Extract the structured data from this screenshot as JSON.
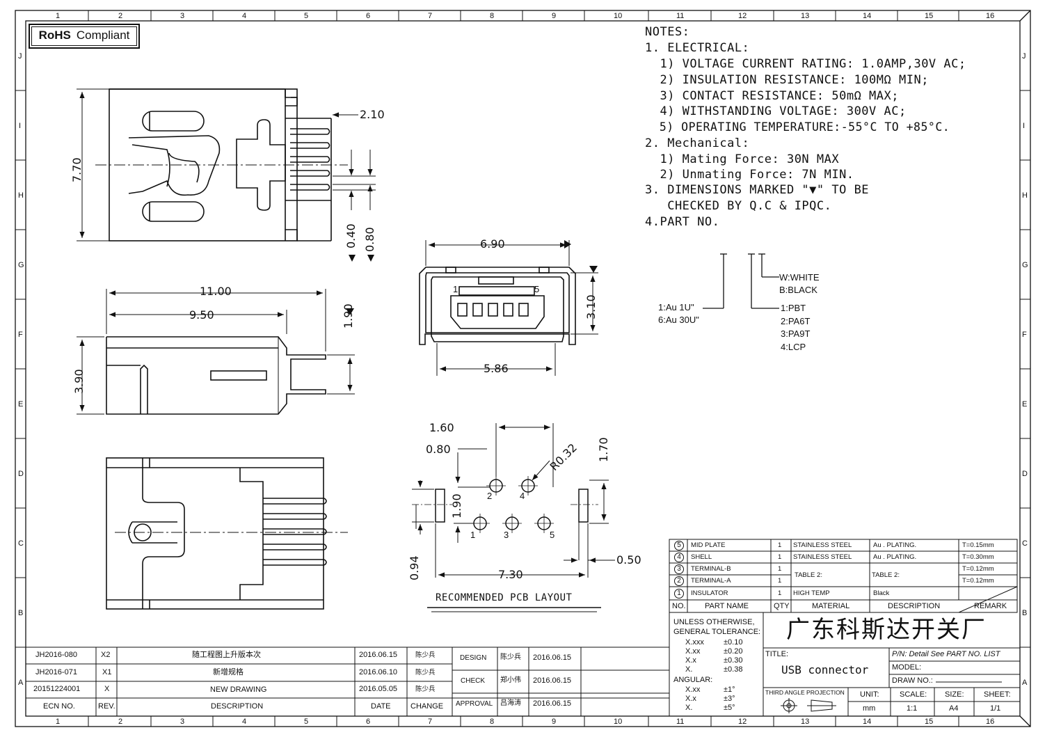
{
  "badge": {
    "rohs_bold": "RoHS",
    "rohs_text": "Compliant"
  },
  "grid": {
    "columns": [
      "1",
      "2",
      "3",
      "4",
      "5",
      "6",
      "7",
      "8",
      "9",
      "10",
      "11",
      "12",
      "13",
      "14",
      "15",
      "16"
    ],
    "rows": [
      "J",
      "I",
      "H",
      "G",
      "F",
      "E",
      "D",
      "C",
      "B",
      "A"
    ]
  },
  "notes": {
    "heading": "NOTES:",
    "lines": [
      "1. ELECTRICAL:",
      "  1) VOLTAGE CURRENT RATING: 1.0AMP,30V AC;",
      "  2) INSULATION RESISTANCE: 100MΩ MIN;",
      "  3) CONTACT RESISTANCE: 50mΩ MAX;",
      "  4) WITHSTANDING VOLTAGE: 300V AC;",
      "  5) OPERATING TEMPERATURE:-55°C TO +85°C.",
      "2. Mechanical:",
      "  1) Mating Force: 30N MAX",
      "  2) Unmating Force: 7N MIN.",
      "3. DIMENSIONS MARKED \"▼\" TO BE",
      "   CHECKED BY Q.C & IPQC.",
      "4.PART NO."
    ]
  },
  "part_no": {
    "color": [
      "W:WHITE",
      "B:BLACK"
    ],
    "plating": [
      "1:Au 1U\"",
      "6:Au 30U\""
    ],
    "material": [
      "1:PBT",
      "2:PA6T",
      "3:PA9T",
      "4:LCP"
    ]
  },
  "dimensions": {
    "d_2_10": "2.10",
    "d_7_70": "7.70",
    "d_0_40": "0.40",
    "d_0_80": "0.80",
    "d_11_00": "11.00",
    "d_9_50": "9.50",
    "d_3_90": "3.90",
    "d_1_90": "1.90",
    "d_6_90": "6.90",
    "d_3_10": "3.10",
    "d_5_86": "5.86",
    "d_1_60": "1.60",
    "d_0_80b": "0.80",
    "d_r032": "R0.32",
    "d_1_70": "1.70",
    "d_1_90b": "1.90",
    "d_0_94": "0.94",
    "d_7_30": "7.30",
    "d_0_50": "0.50",
    "pin1": "1",
    "pin5": "5",
    "pcb_pins": [
      "1",
      "2",
      "3",
      "4",
      "5"
    ],
    "pcb_label": "RECOMMENDED PCB LAYOUT"
  },
  "bom": {
    "rows": [
      {
        "no": "5",
        "name": "MID PLATE",
        "qty": "1",
        "material": "STAINLESS STEEL",
        "desc": "Au . PLATING.",
        "remark": "T=0.15mm"
      },
      {
        "no": "4",
        "name": "SHELL",
        "qty": "1",
        "material": "STAINLESS STEEL",
        "desc": "Au . PLATING.",
        "remark": "T=0.30mm"
      },
      {
        "no": "3",
        "name": "TERMINAL-B",
        "qty": "1",
        "material": "TABLE 2:",
        "desc": "TABLE 2:",
        "remark": "T=0.12mm"
      },
      {
        "no": "2",
        "name": "TERMINAL-A",
        "qty": "1",
        "material": "",
        "desc": "",
        "remark": "T=0.12mm"
      },
      {
        "no": "1",
        "name": "INSULATOR",
        "qty": "1",
        "material": "HIGH TEMP",
        "desc": "Black",
        "remark": ""
      }
    ],
    "headers": {
      "no": "NO.",
      "name": "PART NAME",
      "qty": "QTY",
      "material": "MATERIAL",
      "desc": "DESCRIPTION",
      "remark": "REMARK"
    }
  },
  "title_block": {
    "tolerance_heading": [
      "UNLESS OTHERWISE,",
      "GENERAL TOLERANCE:"
    ],
    "tolerances": [
      [
        "X.xxx",
        "±0.10"
      ],
      [
        "X.xx",
        "±0.20"
      ],
      [
        "X.x",
        "±0.30"
      ],
      [
        "X.",
        "±0.38"
      ]
    ],
    "angular_label": "ANGULAR:",
    "angular": [
      [
        "X.xx",
        "±1°"
      ],
      [
        "X.x",
        "±3°"
      ],
      [
        "X.",
        "±5°"
      ]
    ],
    "company": "广东科斯达开关厂",
    "title_label": "TITLE:",
    "title": "USB connector",
    "pn_label": "P/N: Detail  See  PART  NO.  LIST",
    "model_label": "MODEL:",
    "drawno_label": "DRAW  NO.:",
    "projection_label": "THIRD  ANGLE  PROJECTION",
    "unit_label": "UNIT:",
    "unit": "mm",
    "scale_label": "SCALE:",
    "scale": "1:1",
    "size_label": "SIZE:",
    "size": "A4",
    "sheet_label": "SHEET:",
    "sheet": "1/1"
  },
  "revisions": {
    "rows": [
      {
        "ecn": "JH2016-080",
        "rev": "X2",
        "desc": "随工程图上升版本次",
        "date": "2016.06.15",
        "by": "陈少兵"
      },
      {
        "ecn": "JH2016-071",
        "rev": "X1",
        "desc": "新增规格",
        "date": "2016.06.10",
        "by": "陈少兵"
      },
      {
        "ecn": "20151224001",
        "rev": "X",
        "desc": "NEW  DRAWING",
        "date": "2016.05.05",
        "by": "陈少兵"
      }
    ],
    "headers": {
      "ecn": "ECN  NO.",
      "rev": "REV.",
      "desc": "DESCRIPTION",
      "date": "DATE",
      "change": "CHANGE"
    }
  },
  "approvals": [
    {
      "role": "DESIGN",
      "name": "陈少兵",
      "date": "2016.06.15"
    },
    {
      "role": "CHECK",
      "name": "郑小伟",
      "date": "2016.06.15"
    },
    {
      "role": "APPROVAL",
      "name": "吕海涛",
      "date": "2016.06.15"
    }
  ]
}
